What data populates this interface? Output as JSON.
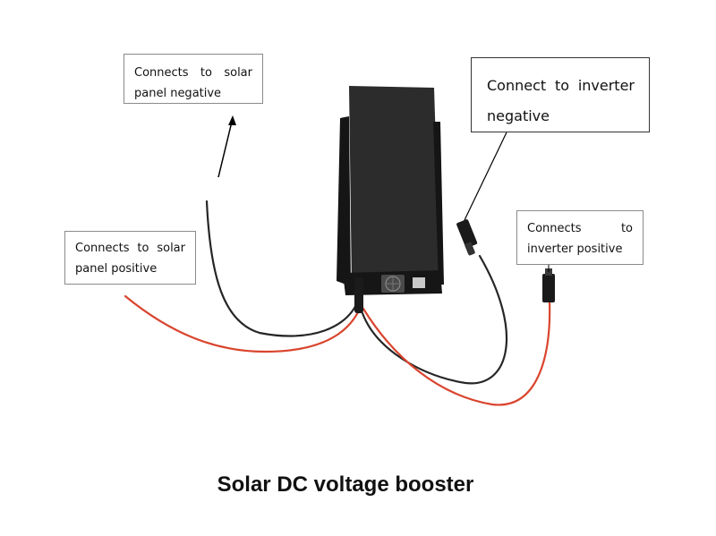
{
  "callouts": {
    "solar_negative": {
      "line1_words": [
        "Connects",
        "to",
        "solar"
      ],
      "line2": "panel negative"
    },
    "solar_positive": {
      "line1_words": [
        "Connects",
        "to",
        "solar"
      ],
      "line2": "panel positive"
    },
    "inverter_negative": {
      "line1_words": [
        "Connect",
        "to",
        "inverter"
      ],
      "line2": "negative"
    },
    "inverter_positive": {
      "line1_words": [
        "Connects",
        "to"
      ],
      "line2": "inverter positive"
    }
  },
  "caption": "Solar DC voltage booster",
  "colors": {
    "device_body": "#1d1d1d",
    "wire_red": "#d9452e",
    "wire_black": "#262626",
    "callout_border": "#8a8a8a"
  }
}
